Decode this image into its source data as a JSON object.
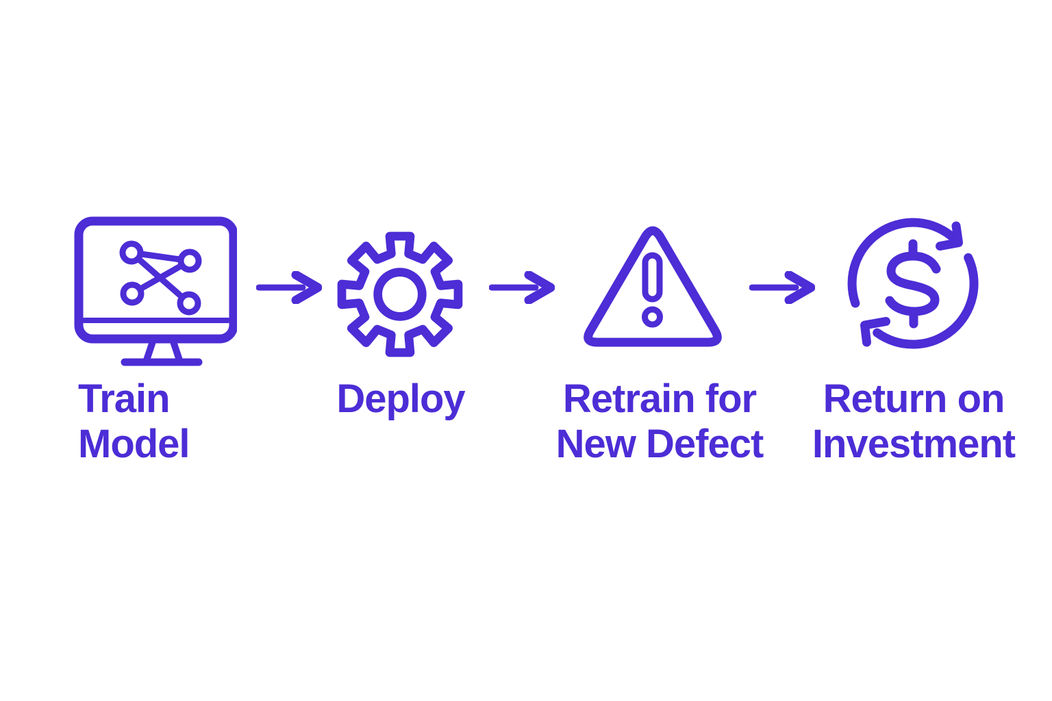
{
  "page": {
    "background": "#ffffff",
    "accent": "#4C2DD6"
  },
  "diagram": {
    "type": "process-flow",
    "direction": "left-to-right",
    "connector": "right-arrow",
    "steps": [
      {
        "id": "train-model",
        "icon": "monitor-neural-network-icon",
        "label": "Train\nModel"
      },
      {
        "id": "deploy",
        "icon": "gear-icon",
        "label": "Deploy"
      },
      {
        "id": "retrain-for-new-defect",
        "icon": "warning-triangle-icon",
        "label": "Retrain for\nNew Defect"
      },
      {
        "id": "return-on-investment",
        "icon": "money-cycle-icon",
        "label": "Return on\nInvestment"
      }
    ]
  }
}
